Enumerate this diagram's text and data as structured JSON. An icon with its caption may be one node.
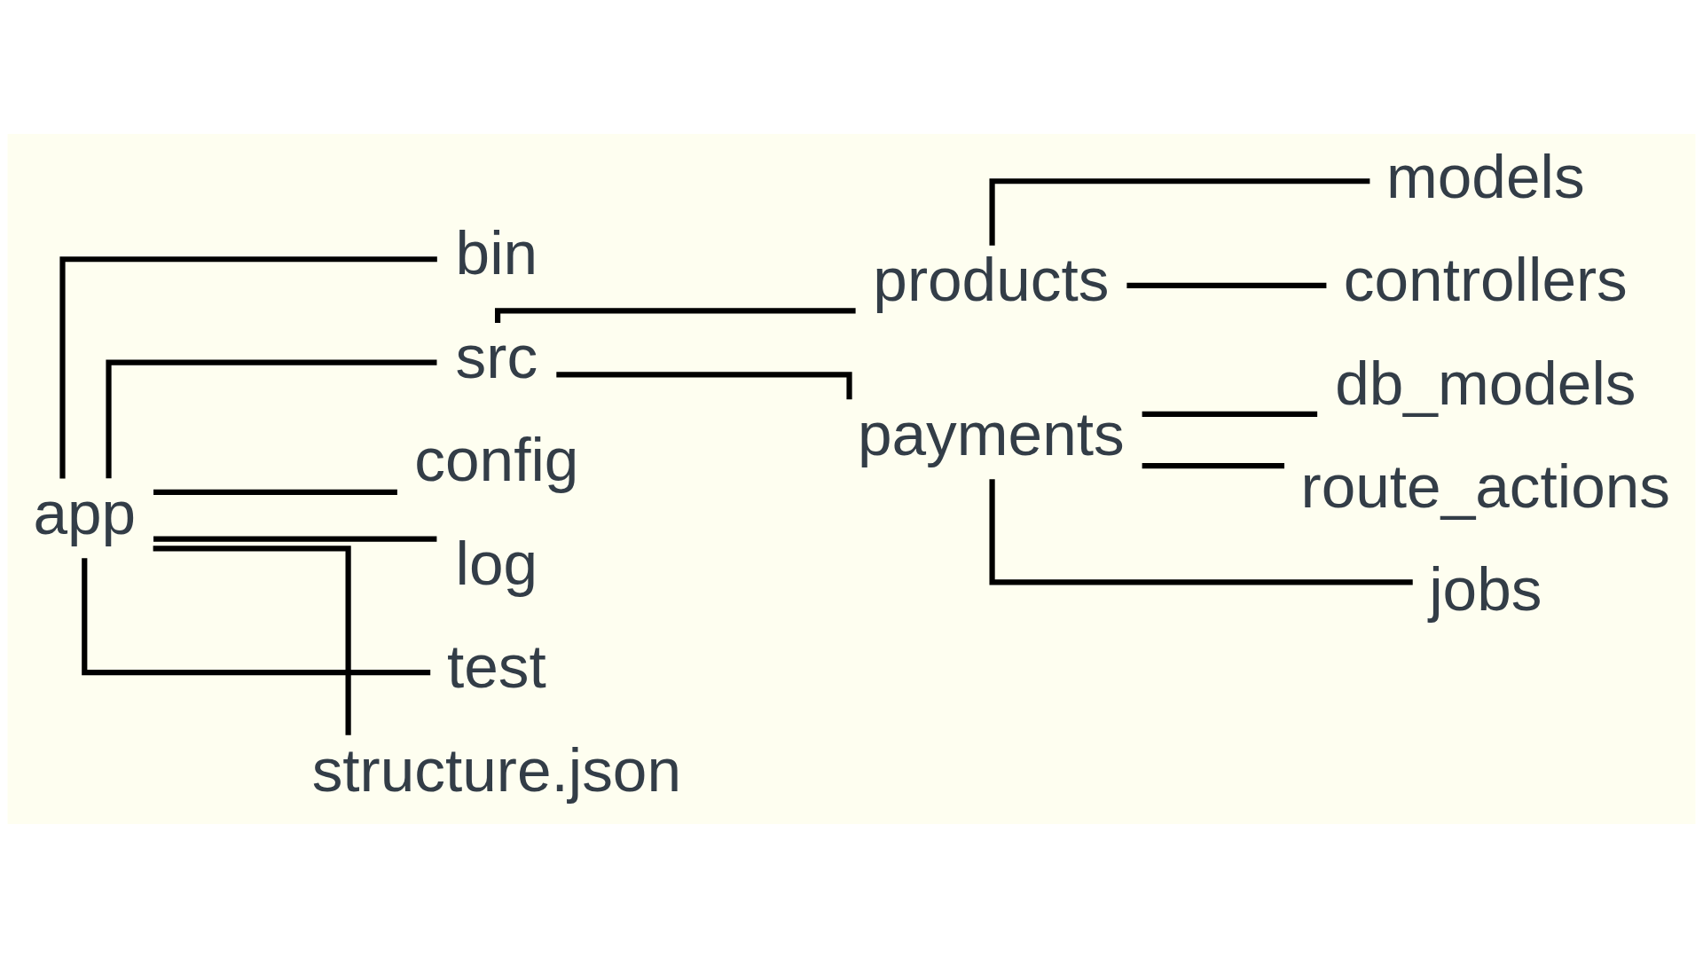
{
  "diagram": {
    "nodes": [
      {
        "text": [
          "app"
        ]
      },
      {
        "text": [
          "bin"
        ]
      },
      {
        "text": [
          "src"
        ]
      },
      {
        "text": [
          "config"
        ]
      },
      {
        "text": [
          "log"
        ]
      },
      {
        "text": [
          "test"
        ]
      },
      {
        "text": [
          "structure.json"
        ]
      },
      {
        "text": [
          "products"
        ]
      },
      {
        "text": [
          "payments"
        ]
      },
      {
        "text": [
          "models"
        ]
      },
      {
        "text": [
          "controllers"
        ]
      },
      {
        "text": [
          "db_models"
        ]
      },
      {
        "text": [
          "route_actions"
        ]
      },
      {
        "text": [
          "jobs"
        ]
      }
    ],
    "edges": [
      {
        "from": 0,
        "to": 1,
        "arrow": "none"
      },
      {
        "from": 0,
        "to": 2,
        "arrow": "none"
      },
      {
        "from": 0,
        "to": 3,
        "arrow": "none"
      },
      {
        "from": 0,
        "to": 4,
        "arrow": "none"
      },
      {
        "from": 0,
        "to": 5,
        "arrow": "none"
      },
      {
        "from": 0,
        "to": 6,
        "arrow": "none"
      },
      {
        "from": 2,
        "to": 7,
        "arrow": "none"
      },
      {
        "from": 2,
        "to": 8,
        "arrow": "none"
      },
      {
        "from": 7,
        "to": 9,
        "arrow": "none"
      },
      {
        "from": 7,
        "to": 10,
        "arrow": "none"
      },
      {
        "from": 8,
        "to": 11,
        "arrow": "none"
      },
      {
        "from": 8,
        "to": 12,
        "arrow": "none"
      },
      {
        "from": 8,
        "to": 13,
        "arrow": "none"
      }
    ]
  }
}
